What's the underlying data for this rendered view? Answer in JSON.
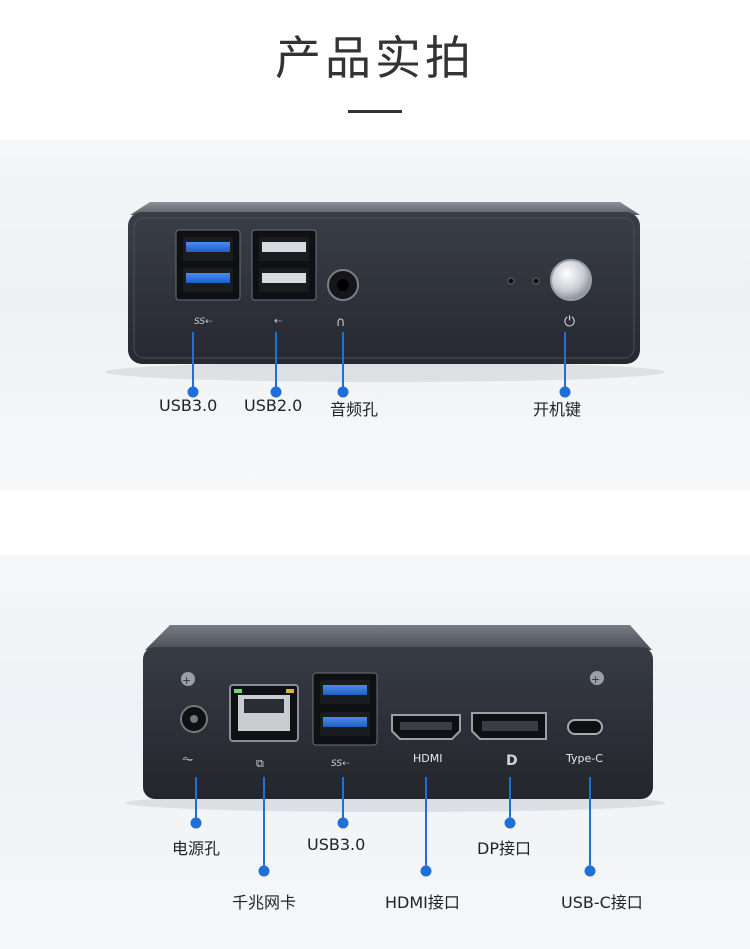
{
  "page": {
    "title": "产品实拍"
  },
  "front_view": {
    "usb3_label": "USB3.0",
    "usb2_label": "USB2.0",
    "audio_label": "音频孔",
    "power_button_label": "开机键"
  },
  "rear_view": {
    "power_jack_label": "电源孔",
    "ethernet_label": "千兆网卡",
    "usb3_label": "USB3.0",
    "hdmi_label": "HDMI接口",
    "dp_label": "DP接口",
    "usbc_label": "USB-C接口",
    "hdmi_port_text": "HDMI",
    "typec_port_text": "Type-C"
  },
  "colors": {
    "callout_blue": "#1e6fd8",
    "device_body": "#2d3038",
    "port_blue": "#2f6fd6"
  }
}
